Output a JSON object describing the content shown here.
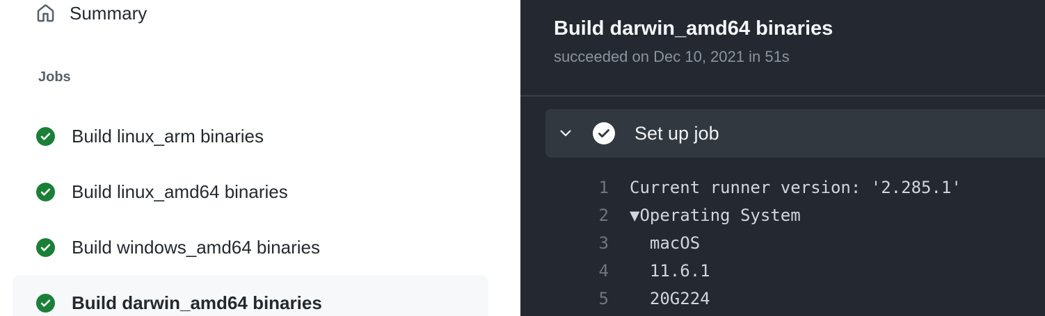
{
  "sidebar": {
    "summary_label": "Summary",
    "jobs_header": "Jobs",
    "jobs": [
      {
        "label": "Build linux_arm binaries",
        "status": "success",
        "selected": false
      },
      {
        "label": "Build linux_amd64 binaries",
        "status": "success",
        "selected": false
      },
      {
        "label": "Build windows_amd64 binaries",
        "status": "success",
        "selected": false
      },
      {
        "label": "Build darwin_amd64 binaries",
        "status": "success",
        "selected": true
      }
    ]
  },
  "job_panel": {
    "title": "Build darwin_amd64 binaries",
    "subtitle": "succeeded on Dec 10, 2021 in 51s",
    "steps": [
      {
        "name": "Set up job",
        "status": "success",
        "expanded": true
      }
    ],
    "log_lines": [
      {
        "number": "1",
        "text": "Current runner version: '2.285.1'"
      },
      {
        "number": "2",
        "text": "▼Operating System"
      },
      {
        "number": "3",
        "text": "  macOS"
      },
      {
        "number": "4",
        "text": "  11.6.1"
      },
      {
        "number": "5",
        "text": "  20G224"
      }
    ]
  },
  "icons": {
    "summary": "home-icon",
    "job_status": "check-circle-icon",
    "step_toggle": "chevron-down-icon",
    "step_status": "check-circle-icon"
  },
  "colors": {
    "success_green": "#1a7f37",
    "sidebar_bg": "#ffffff",
    "sidebar_selected_bg": "#f6f8fa",
    "sidebar_text": "#24292f",
    "sidebar_section_header": "#57606a",
    "panel_bg": "#242931",
    "step_row_bg": "#32383f",
    "panel_title": "#f5f7fa",
    "panel_subtitle": "#8b949e",
    "log_text": "#d0d6dd",
    "log_line_number": "#6e7681"
  }
}
